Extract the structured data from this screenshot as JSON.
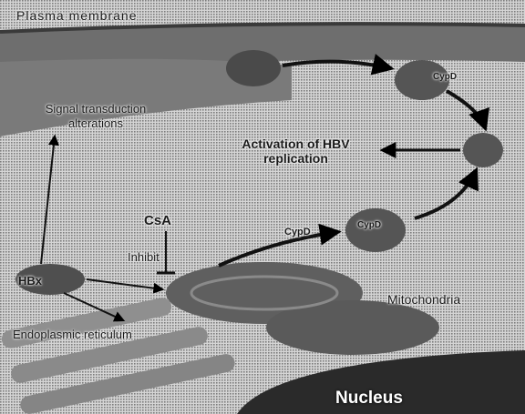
{
  "labels": {
    "plasma_membrane": "Plasma membrane",
    "signal_transduction": "Signal transduction alterations",
    "activation": "Activation of HBV replication",
    "cypd_top": "CypD",
    "csa": "CsA",
    "inhibit": "Inhibit",
    "cypd_mid": "CypD",
    "cypd_right": "CypD",
    "hbx": "HBx",
    "er": "Endoplasmic reticulum",
    "mitochondria": "Mitochondria",
    "nucleus": "Nucleus"
  },
  "colors": {
    "cytoplasm": "#bdbdbd",
    "membrane": "#6e6e6e",
    "organelle": "#5f5f5f",
    "nucleus": "#2a2a2a",
    "arrow": "#111111"
  }
}
